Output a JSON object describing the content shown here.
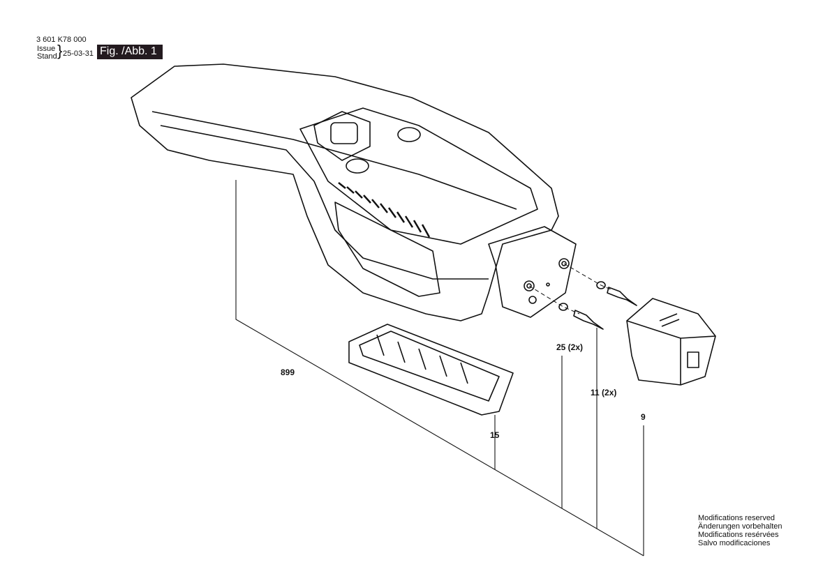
{
  "header": {
    "part_number": "3 601 K78 000",
    "issue_label": "Issue",
    "stand_label": "Stand",
    "date": "25-03-31",
    "figure": "Fig. /Abb. 1"
  },
  "parts": [
    {
      "ref": "899"
    },
    {
      "ref": "15"
    },
    {
      "ref": "25 (2x)"
    },
    {
      "ref": "11 (2x)"
    },
    {
      "ref": "9"
    }
  ],
  "footer": {
    "lines": [
      "Modifications reserved",
      "Änderungen vorbehalten",
      "Modifications resérvées",
      "Salvo modificaciones"
    ]
  }
}
